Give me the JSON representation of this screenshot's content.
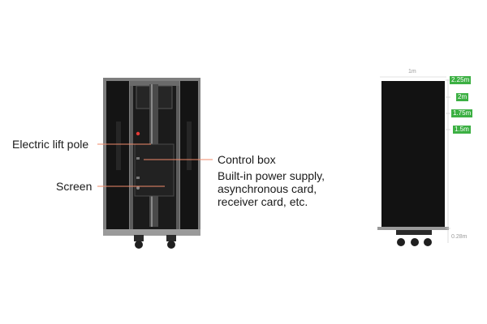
{
  "callouts": {
    "lift_pole": "Electric lift pole",
    "screen": "Screen",
    "control_box": "Control box",
    "control_desc_1": "Built-in power supply,",
    "control_desc_2": "asynchronous card,",
    "control_desc_3": "receiver card, etc."
  },
  "dimensions": {
    "width": "1m",
    "bottom_height": "0.28m",
    "heights": [
      "2.25m",
      "2m",
      "1.75m",
      "1.5m"
    ]
  },
  "colors": {
    "callout_line": "#f08a6a",
    "height_badge": "#3cb043",
    "cabinet": "#121212",
    "frame": "#8a8a8a"
  }
}
